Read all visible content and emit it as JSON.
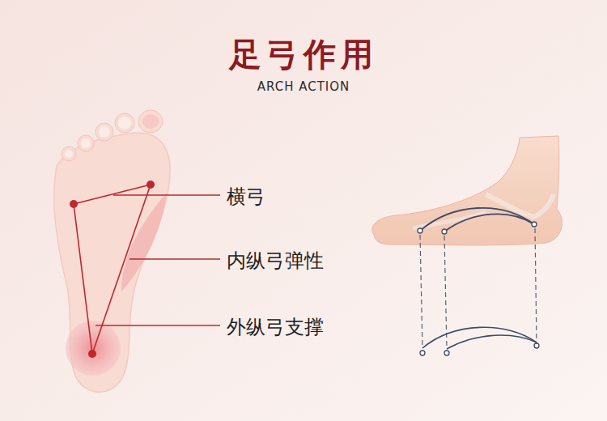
{
  "diagram": {
    "title": "足弓作用",
    "labels": [
      "ARCH ACTION",
      "横弓",
      "内纵弓弹性",
      "外纵弓支撑"
    ]
  }
}
